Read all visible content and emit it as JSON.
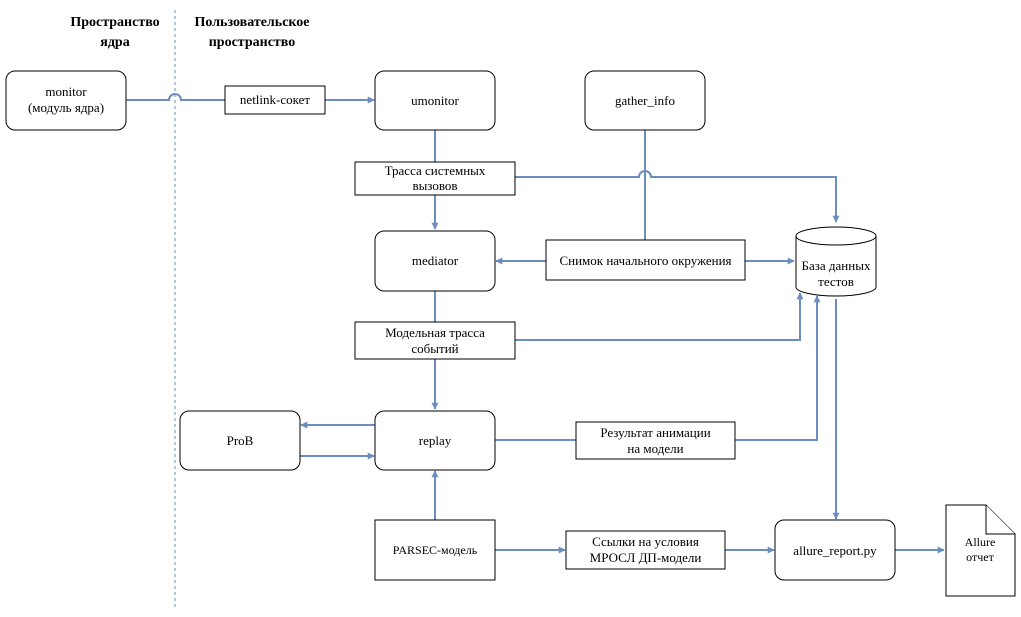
{
  "headers": {
    "kernel_line1": "Пространство",
    "kernel_line2": "ядра",
    "user_line1": "Пользовательское",
    "user_line2": "пространство"
  },
  "nodes": {
    "monitor_line1": "monitor",
    "monitor_line2": "(модуль ядра)",
    "netlink": "netlink-сокет",
    "umonitor": "umonitor",
    "gather_info": "gather_info",
    "syscall_trace_line1": "Трасса системных",
    "syscall_trace_line2": "вызовов",
    "mediator": "mediator",
    "snapshot": "Снимок начального окружения",
    "db_line1": "База данных",
    "db_line2": "тестов",
    "model_trace_line1": "Модельная трасса",
    "model_trace_line2": "событий",
    "prob": "ProB",
    "replay": "replay",
    "anim_result_line1": "Результат анимации",
    "anim_result_line2": "на модели",
    "parsec": "PARSEC-модель",
    "links_line1": "Ссылки на условия",
    "links_line2": "МРОСЛ ДП-модели",
    "allure_report": "allure_report.py",
    "allure_doc_line1": "Allure",
    "allure_doc_line2": "отчет"
  },
  "colors": {
    "connector": "#6c8ebf",
    "stroke": "#000000",
    "fill": "#ffffff"
  }
}
